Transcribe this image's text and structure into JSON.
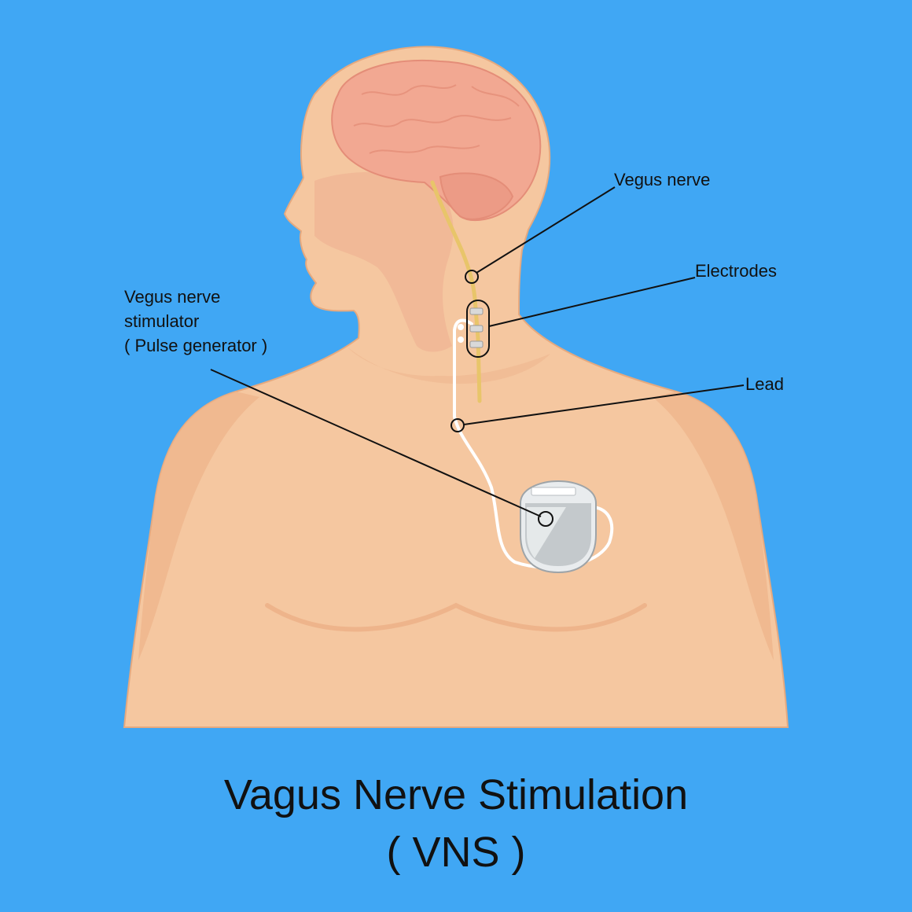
{
  "title": {
    "line1": "Vagus Nerve Stimulation",
    "line2": "( VNS )"
  },
  "labels": {
    "vagus_nerve": "Vegus nerve",
    "electrodes": "Electrodes",
    "lead": "Lead",
    "stimulator_line1": "Vegus nerve",
    "stimulator_line2": "stimulator",
    "stimulator_line3": "( Pulse generator )"
  },
  "colors": {
    "background": "#40a7f4",
    "skin": "#f5c7a0",
    "skin_shadow": "#eeb48b",
    "brain": "#f2a892",
    "nerve": "#e8c56a",
    "lead": "#ffffff",
    "device": "#cfd3d6",
    "text": "#111111"
  }
}
